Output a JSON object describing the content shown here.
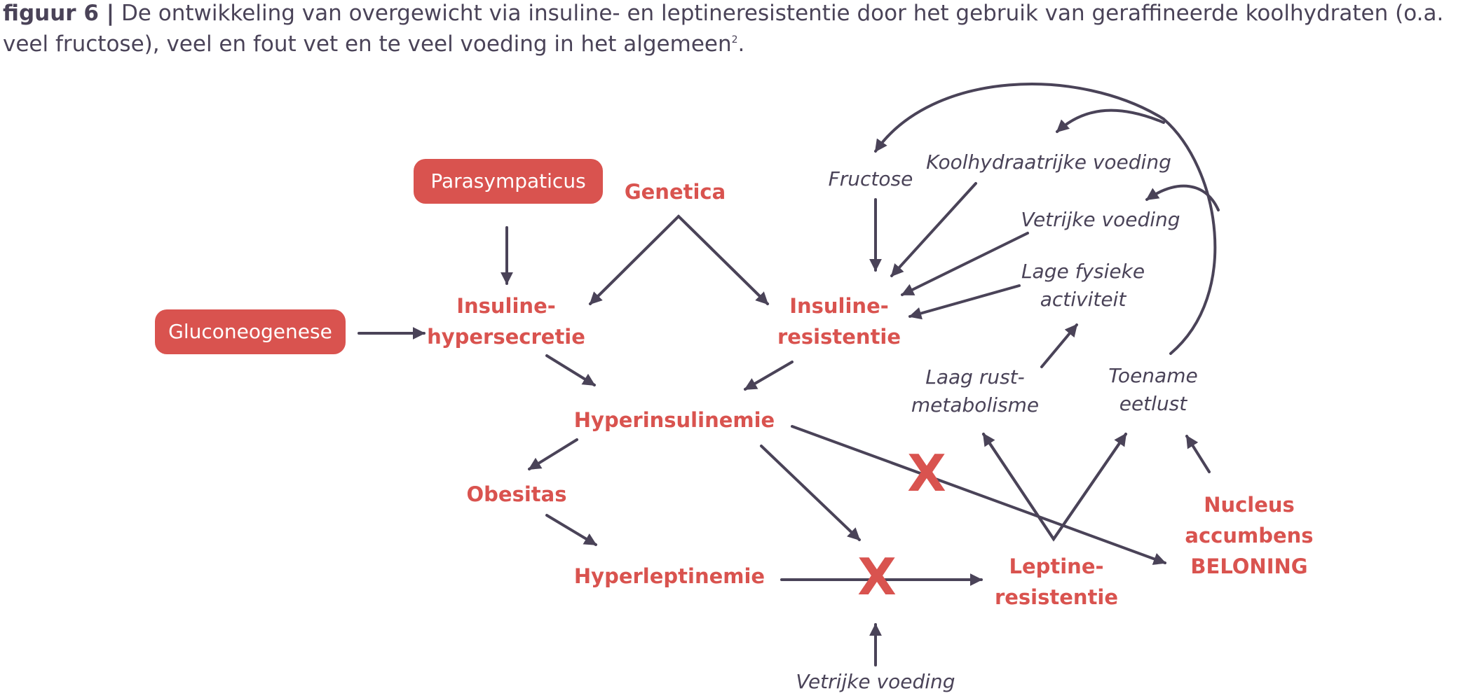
{
  "caption": {
    "label": "figuur 6 |",
    "text": "De ontwikkeling van overgewicht via insuline- en leptineresistentie door het gebruik van geraffineerde koolhydraten (o.a. veel fructose), veel en fout vet en te veel voeding in het algemeen",
    "footnote": "2",
    "end": "."
  },
  "boxes": {
    "parasympaticus": "Parasympaticus",
    "gluconeogenese": "Gluconeogenese"
  },
  "nodes": {
    "genetica": "Genetica",
    "insuline_hypersecretie": [
      "Insuline-",
      "hypersecretie"
    ],
    "insuline_resistentie": [
      "Insuline-",
      "resistentie"
    ],
    "hyperinsulinemie": "Hyperinsulinemie",
    "obesitas": "Obesitas",
    "hyperleptinemie": "Hyperleptinemie",
    "leptine_resistentie": [
      "Leptine-",
      "resistentie"
    ],
    "nucleus": [
      "Nucleus",
      "accumbens",
      "BELONING"
    ]
  },
  "factors": {
    "fructose": "Fructose",
    "koolhydraatrijke": "Koolhydraatrijke voeding",
    "vetrijke_top": "Vetrijke voeding",
    "lage_fysieke": [
      "Lage fysieke",
      "activiteit"
    ],
    "laag_rust": [
      "Laag rust-",
      "metabolisme"
    ],
    "toename_eetlust": [
      "Toename",
      "eetlust"
    ],
    "vetrijke_bottom": "Vetrijke voeding"
  },
  "marks": {
    "block": "X"
  },
  "colors": {
    "accent": "#d9534f",
    "ink": "#4a4358"
  }
}
